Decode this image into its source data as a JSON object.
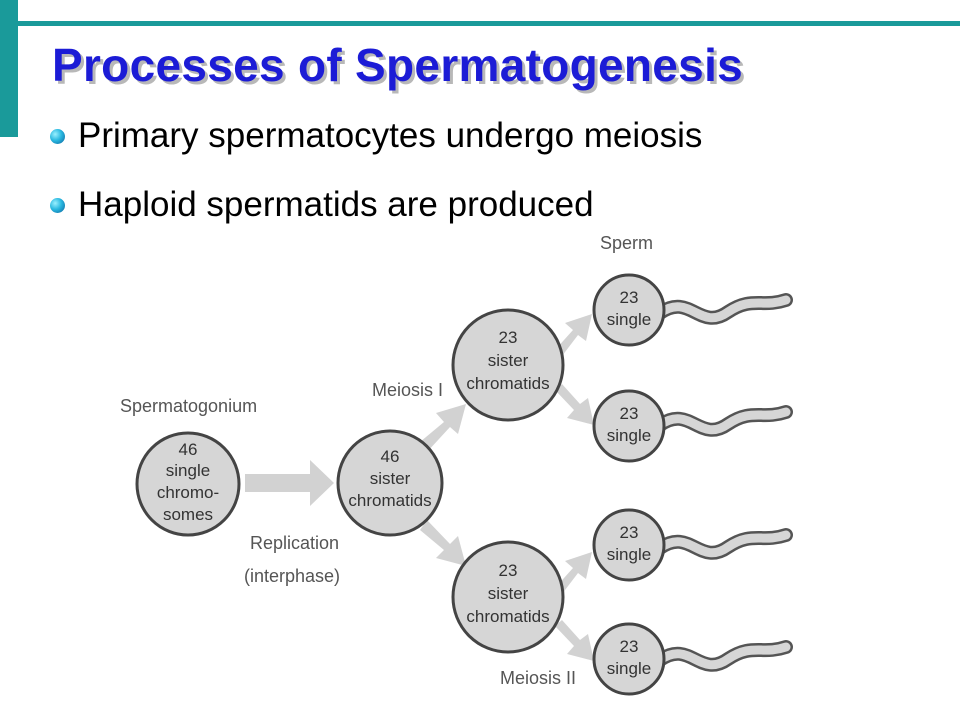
{
  "slide": {
    "title": "Processes of Spermatogenesis",
    "bullets": [
      "Primary spermatocytes undergo meiosis",
      "Haploid spermatids are produced"
    ]
  },
  "diagram": {
    "labels": {
      "sperm": "Sperm",
      "spermatogonium": "Spermatogonium",
      "meiosis_1": "Meiosis I",
      "meiosis_2": "Meiosis II",
      "replication_1": "Replication",
      "replication_2": "(interphase)"
    },
    "spermatogonium_cell": [
      "46",
      "single",
      "chromo-",
      "somes"
    ],
    "sister_cell": [
      "46",
      "sister",
      "chromatids"
    ],
    "meiosis1_cells": [
      [
        "23",
        "sister",
        "chromatids"
      ],
      [
        "23",
        "sister",
        "chromatids"
      ]
    ],
    "sperm_cells": [
      [
        "23",
        "single"
      ],
      [
        "23",
        "single"
      ],
      [
        "23",
        "single"
      ],
      [
        "23",
        "single"
      ]
    ]
  },
  "colors": {
    "accent": "#1a9a9a",
    "title": "#1c1cd6",
    "cell_fill": "#d6d6d6",
    "arrow": "#d2d2d2"
  }
}
